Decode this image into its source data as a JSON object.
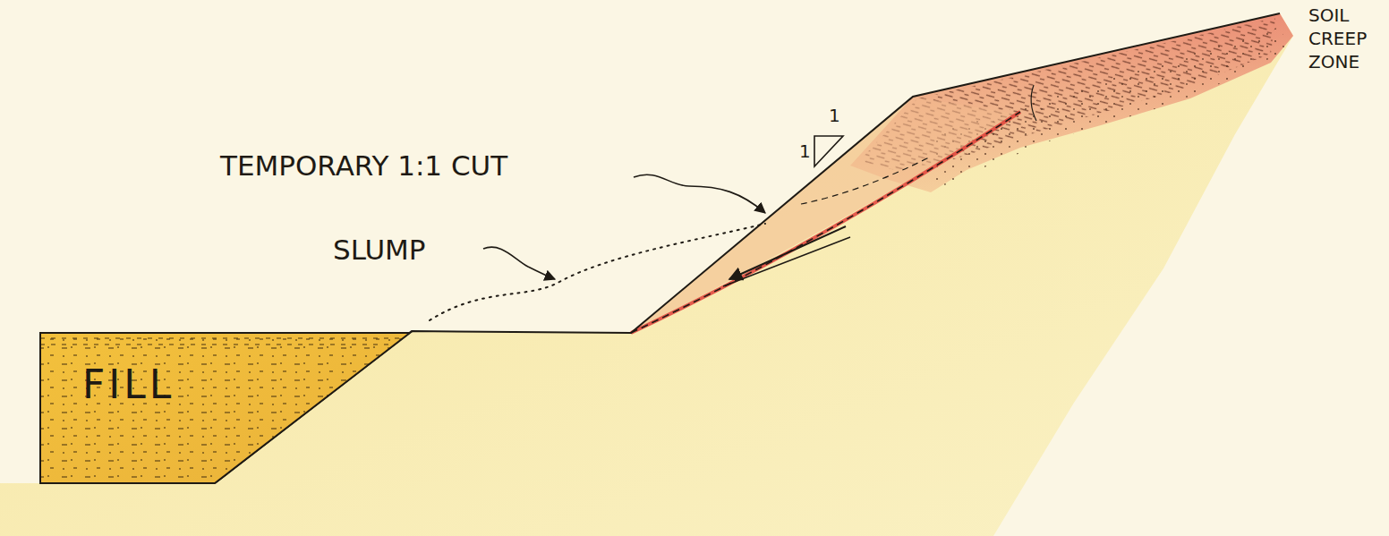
{
  "diagram": {
    "nodes": [
      {
        "text": [
          "FILL"
        ]
      }
    ],
    "labels": [
      "SOIL CREEP ZONE",
      "TEMPORARY 1:1 CUT",
      "SLUMP",
      "1",
      "1"
    ]
  }
}
